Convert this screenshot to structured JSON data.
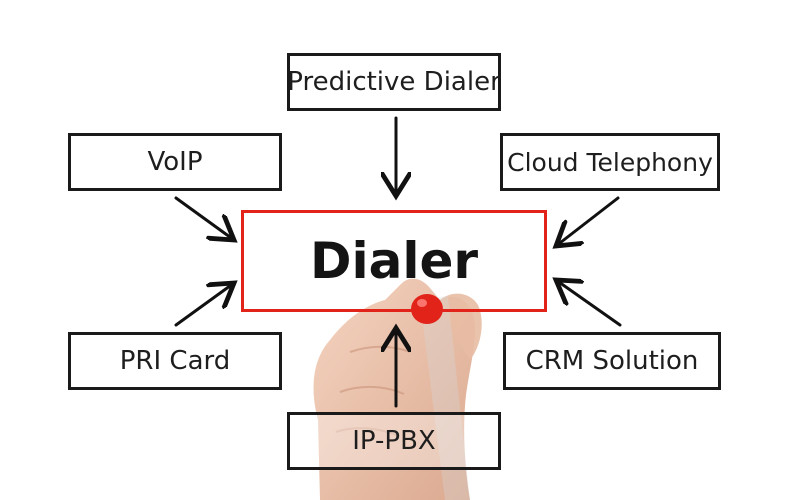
{
  "diagram": {
    "center_label": "Dialer",
    "nodes": [
      {
        "id": "predictive",
        "label": "Predictive Dialer"
      },
      {
        "id": "voip",
        "label": "VoIP"
      },
      {
        "id": "cloud",
        "label": "Cloud Telephony"
      },
      {
        "id": "pri",
        "label": "PRI Card"
      },
      {
        "id": "crm",
        "label": "CRM Solution"
      },
      {
        "id": "ippbx",
        "label": "IP-PBX"
      }
    ]
  },
  "colors": {
    "box_border": "#1a1a1a",
    "center_border": "#e2231a",
    "arrow": "#111111",
    "marker_tip": "#e2231a",
    "hand": "#e8bca4"
  }
}
